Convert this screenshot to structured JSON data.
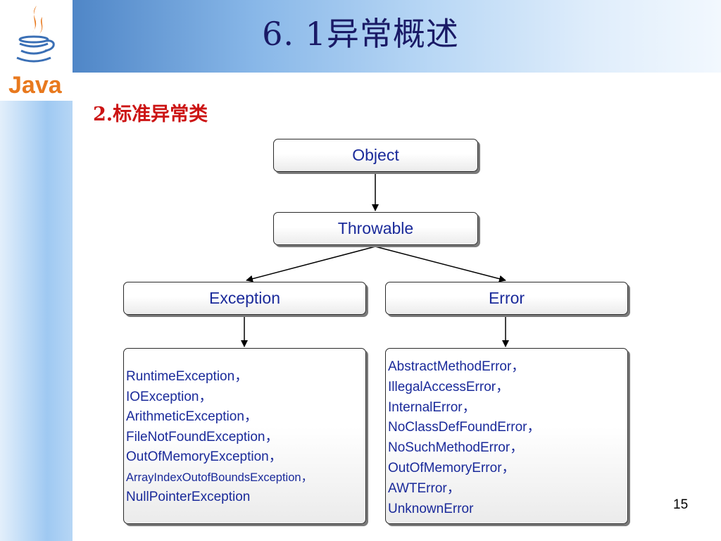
{
  "slide": {
    "title": "6. 1异常概述",
    "subtitle": "2.标准异常类",
    "page_number": "15",
    "logo_text": "Java"
  },
  "diagram": {
    "nodes": {
      "object": "Object",
      "throwable": "Throwable",
      "exception": "Exception",
      "error": "Error"
    },
    "exception_list": [
      "RuntimeException，",
      "IOException，",
      "ArithmeticException，",
      "FileNotFoundException，",
      "OutOfMemoryException，",
      "ArrayIndexOutofBoundsException，",
      "NullPointerException"
    ],
    "error_list": [
      "AbstractMethodError，",
      "IllegalAccessError，",
      "InternalError，",
      "NoClassDefFoundError，",
      "NoSuchMethodError，",
      "OutOfMemoryError，",
      "AWTError，",
      "UnknownError"
    ]
  },
  "colors": {
    "title": "#1a1a66",
    "subtitle": "#cc1414",
    "node_text": "#1a2a9a",
    "logo_orange": "#e8791e",
    "logo_blue": "#3a6fb5"
  }
}
